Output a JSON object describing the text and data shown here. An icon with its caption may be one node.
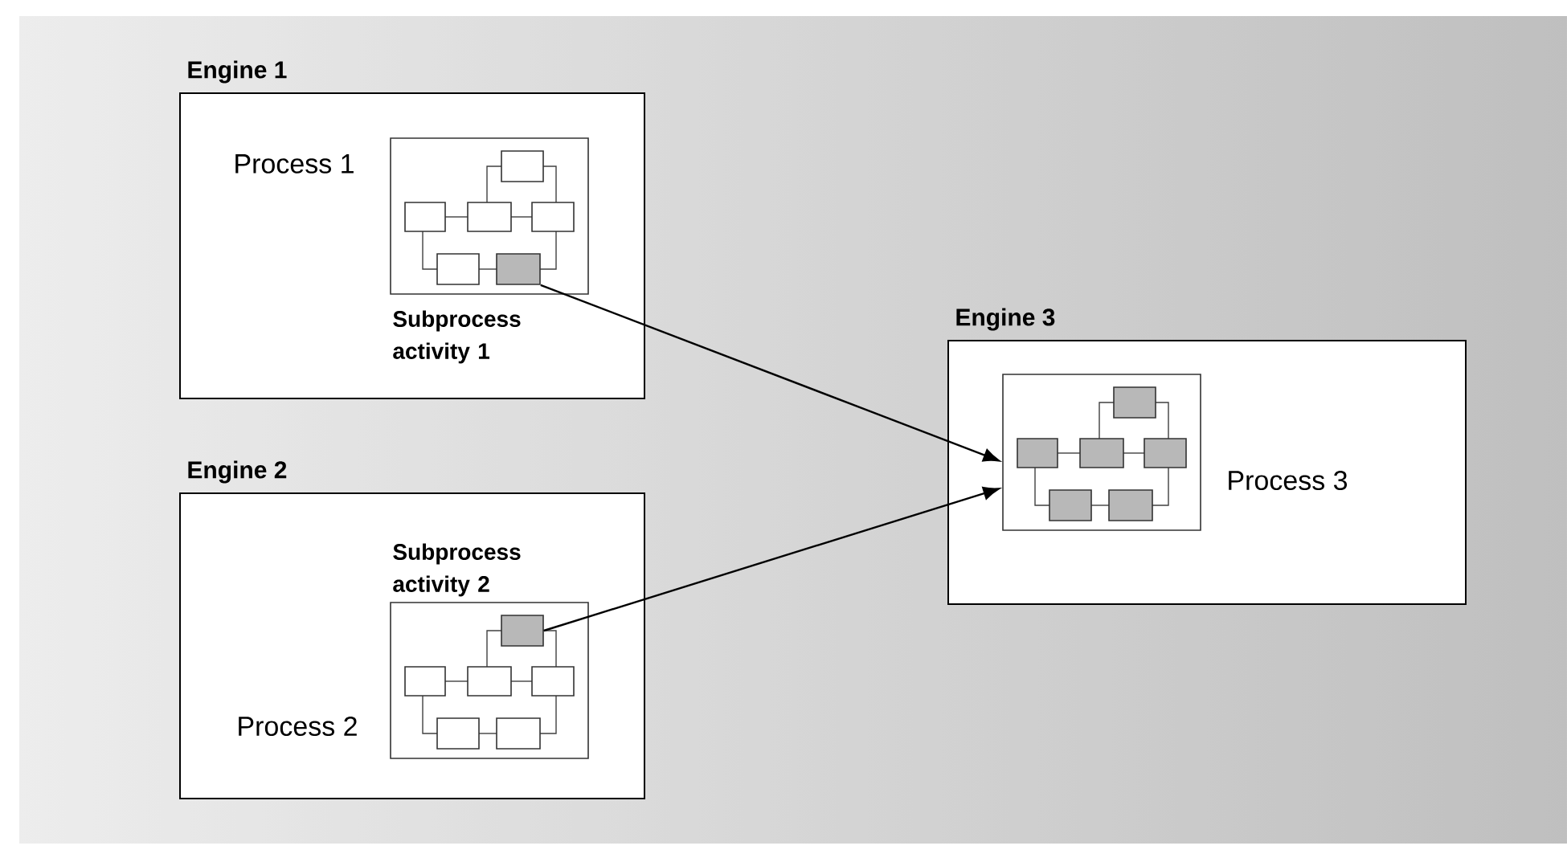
{
  "diagram": {
    "nodes": [
      {
        "text": [
          "Engine 1"
        ]
      },
      {
        "text": [],
        "shape": "box",
        "in": 0,
        "beside": [
          "Process 1"
        ]
      },
      {
        "text": [],
        "shape": "box",
        "in": 1,
        "beside": [
          "Subprocess activity 1"
        ]
      },
      {
        "text": [
          "Engine 2"
        ]
      },
      {
        "text": [],
        "shape": "box",
        "in": 3,
        "beside": [
          "Process 2"
        ]
      },
      {
        "text": [],
        "shape": "box",
        "in": 4,
        "beside": [
          "Subprocess activity 2"
        ]
      },
      {
        "text": [
          "Engine 3"
        ]
      },
      {
        "text": [],
        "shape": "box",
        "in": 6,
        "beside": [
          "Process 3"
        ]
      }
    ],
    "edges": [
      {
        "from": 2,
        "to": 7,
        "arrow": "to"
      },
      {
        "from": 5,
        "to": 7,
        "arrow": "to"
      }
    ]
  }
}
